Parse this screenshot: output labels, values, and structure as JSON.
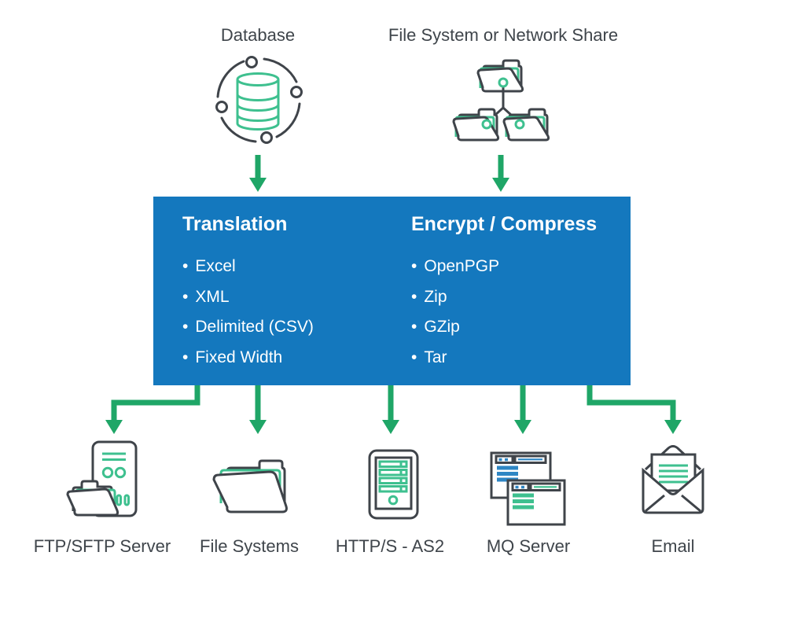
{
  "sources": [
    {
      "label": "Database",
      "icon": "database-sync-icon"
    },
    {
      "label": "File System or Network Share",
      "icon": "folder-network-icon"
    }
  ],
  "process": {
    "columns": [
      {
        "title": "Translation",
        "items": [
          "Excel",
          "XML",
          "Delimited (CSV)",
          "Fixed Width"
        ]
      },
      {
        "title": "Encrypt / Compress",
        "items": [
          "OpenPGP",
          "Zip",
          "GZip",
          "Tar"
        ]
      }
    ]
  },
  "destinations": [
    {
      "label": "FTP/SFTP Server",
      "icon": "server-folder-icon"
    },
    {
      "label": "File Systems",
      "icon": "open-folder-icon"
    },
    {
      "label": "HTTP/S - AS2",
      "icon": "server-rack-icon"
    },
    {
      "label": "MQ Server",
      "icon": "overlapping-windows-icon"
    },
    {
      "label": "Email",
      "icon": "open-envelope-icon"
    }
  ],
  "ui": {
    "bullet": "•"
  },
  "colors": {
    "process_bg": "#1478BE",
    "process_text": "#FFFFFF",
    "arrow": "#1FA667",
    "icon_accent": "#3EC08F",
    "icon_outline": "#3F444A",
    "label_text": "#3F454B",
    "mq_blue": "#2E86C4",
    "canvas_bg": "#FFFFFF"
  }
}
